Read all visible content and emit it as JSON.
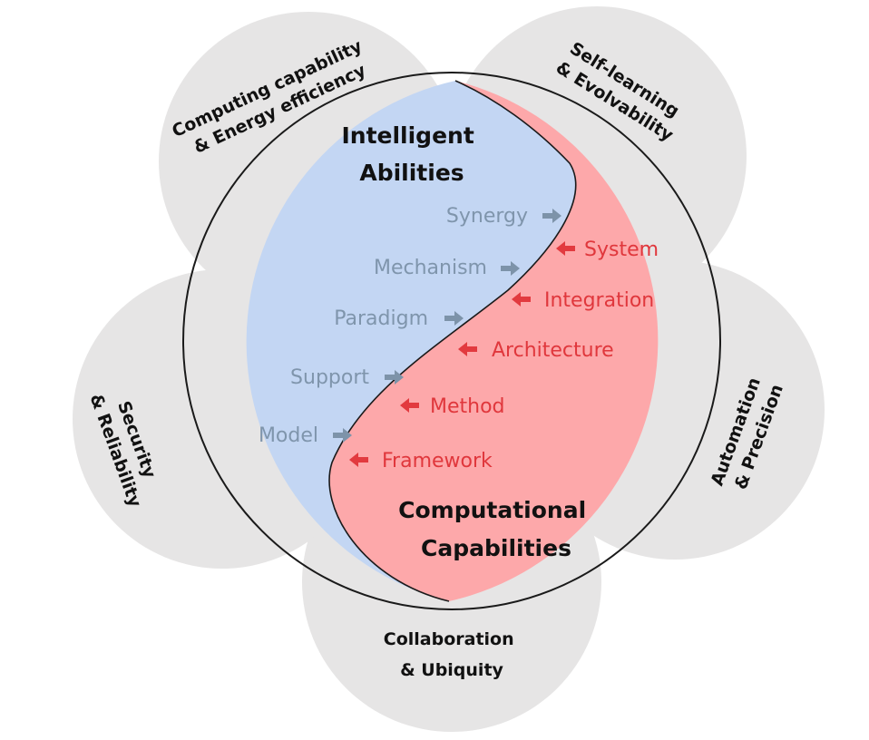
{
  "colors": {
    "petal": "#e6e5e5",
    "left_half": "#c3d6f3",
    "right_half": "#fda8aa",
    "left_text": "#7f95ac",
    "left_arrow": "#7d93a9",
    "right_text": "#e0373c",
    "right_arrow": "#e23a3f",
    "outline": "#1a1a1a"
  },
  "petals": {
    "top_left": [
      "Computing capability",
      "& Energy efficiency"
    ],
    "top_right": [
      "Self-learning",
      "& Evolvability"
    ],
    "right": [
      "Automation",
      "& Precision"
    ],
    "bottom": [
      "Collaboration",
      "& Ubiquity"
    ],
    "left": [
      "Security",
      "& Reliability"
    ]
  },
  "titles": {
    "left": [
      "Intelligent",
      "Abilities"
    ],
    "right": [
      "Computational",
      "Capabilities"
    ]
  },
  "left_items": [
    "Synergy",
    "Mechanism",
    "Paradigm",
    "Support",
    "Model"
  ],
  "right_items": [
    "System",
    "Integration",
    "Architecture",
    "Method",
    "Framework"
  ]
}
